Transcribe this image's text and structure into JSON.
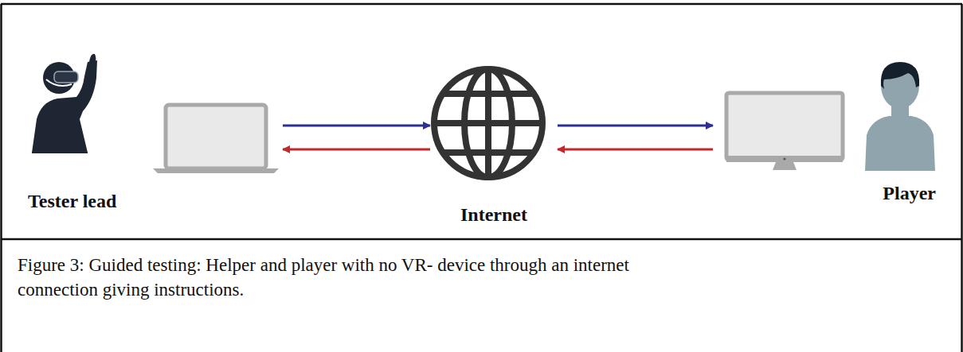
{
  "diagram": {
    "caption": "Figure 3: Guided testing: Helper and player with no VR- device through an internet connection giving instructions.",
    "nodes": [
      {
        "text": [
          "Tester lead"
        ]
      },
      {
        "text": [
          "Internet"
        ]
      },
      {
        "text": [
          "Player"
        ]
      }
    ],
    "edges": [
      {
        "from": 0,
        "to": 1,
        "arrow": "to"
      },
      {
        "from": 1,
        "to": 0,
        "arrow": "to"
      },
      {
        "from": 1,
        "to": 2,
        "arrow": "to"
      },
      {
        "from": 2,
        "to": 1,
        "arrow": "to"
      }
    ]
  }
}
